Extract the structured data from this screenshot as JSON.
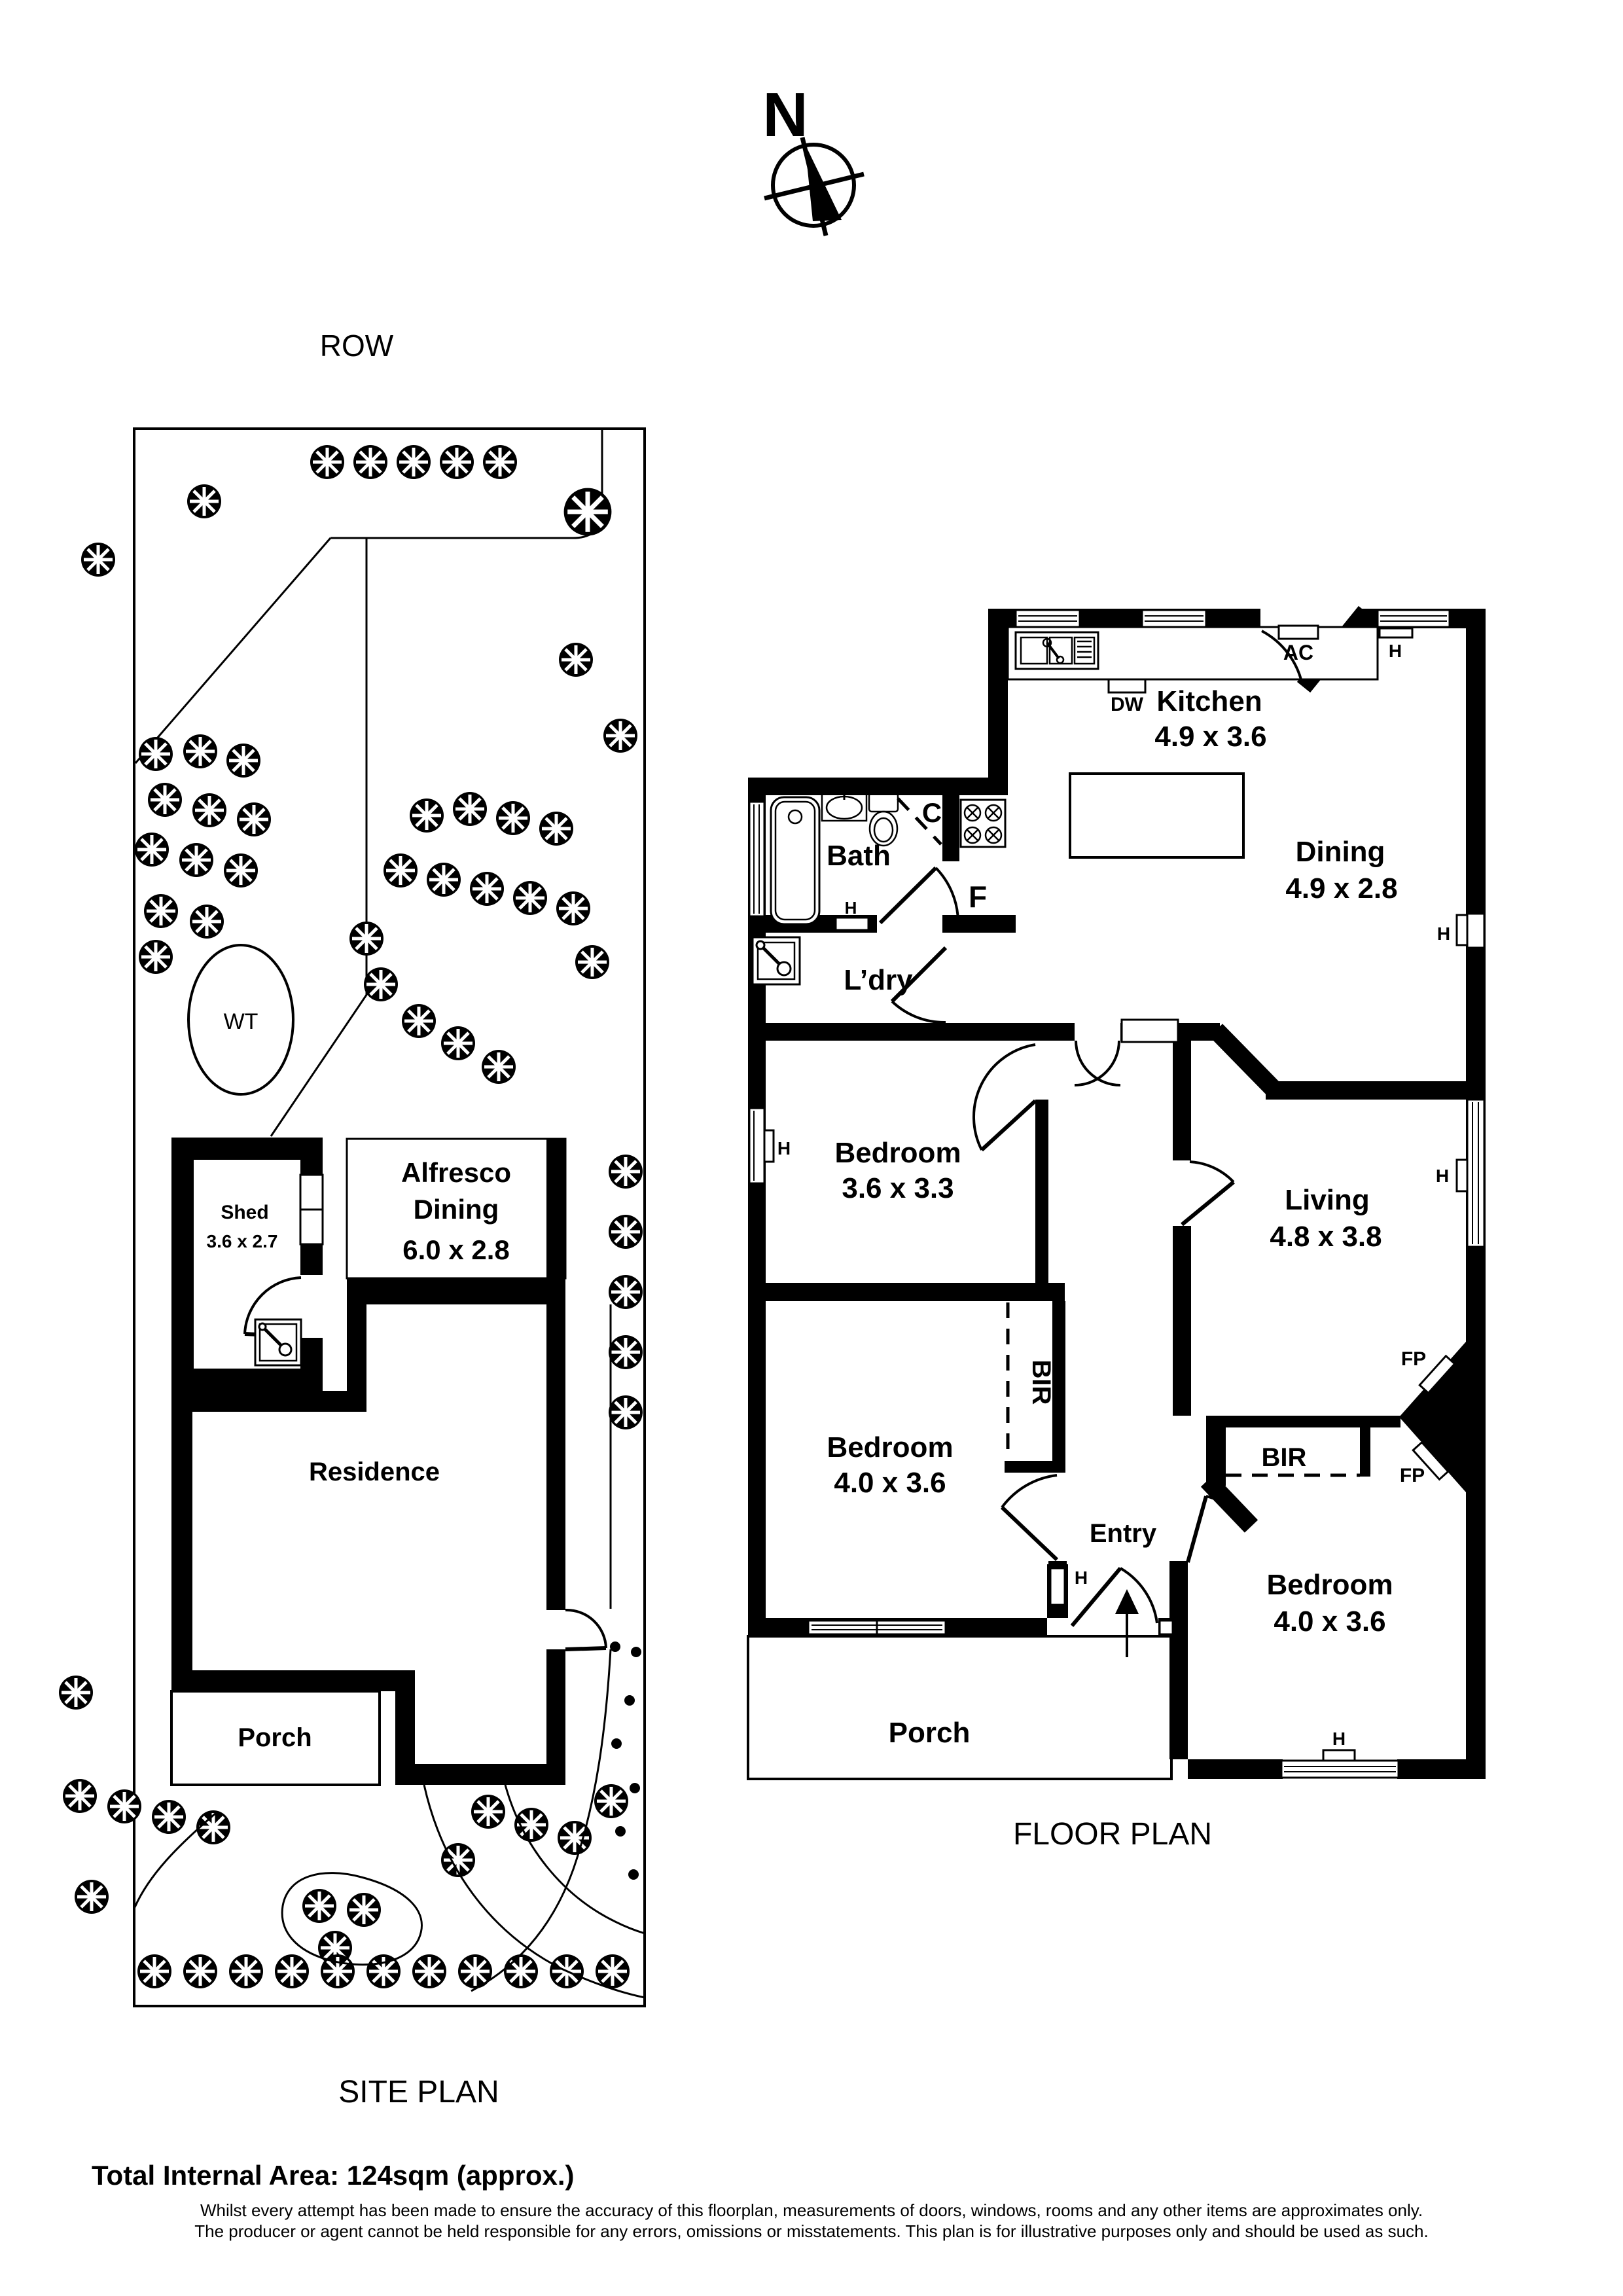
{
  "compass": {
    "north": "N"
  },
  "site_plan": {
    "title": "SITE PLAN",
    "row": "ROW",
    "water_tank": "WT",
    "shed_name": "Shed",
    "shed_dims": "3.6 x 2.7",
    "alfresco_1": "Alfresco",
    "alfresco_2": "Dining",
    "alfresco_dims": "6.0 x 2.8",
    "residence": "Residence",
    "porch": "Porch"
  },
  "floor_plan": {
    "title": "FLOOR PLAN",
    "kitchen_name": "Kitchen",
    "kitchen_dims": "4.9 x 3.6",
    "dining_name": "Dining",
    "dining_dims": "4.9 x 2.8",
    "bath": "Bath",
    "laundry": "L’dry",
    "cupboard": "C",
    "fridge": "F",
    "dishwasher": "DW",
    "aircon": "AC",
    "bedroom1_name": "Bedroom",
    "bedroom1_dims": "3.6 x 3.3",
    "living_name": "Living",
    "living_dims": "4.8 x 3.8",
    "bedroom2_name": "Bedroom",
    "bedroom2_dims": "4.0 x 3.6",
    "bedroom3_name": "Bedroom",
    "bedroom3_dims": "4.0 x 3.6",
    "bir": "BIR",
    "fireplace": "FP",
    "window_marker": "H",
    "entry": "Entry",
    "porch": "Porch"
  },
  "footer": {
    "total_area": "Total Internal Area: 124sqm (approx.)",
    "disclaimer_1": "Whilst every attempt has been made to ensure the accuracy of this floorplan, measurements of doors, windows, rooms and any other items are approximates only.",
    "disclaimer_2": "The producer or agent cannot be held responsible for any errors, omissions or misstatements. This plan is for illustrative purposes only and should be used as such."
  }
}
